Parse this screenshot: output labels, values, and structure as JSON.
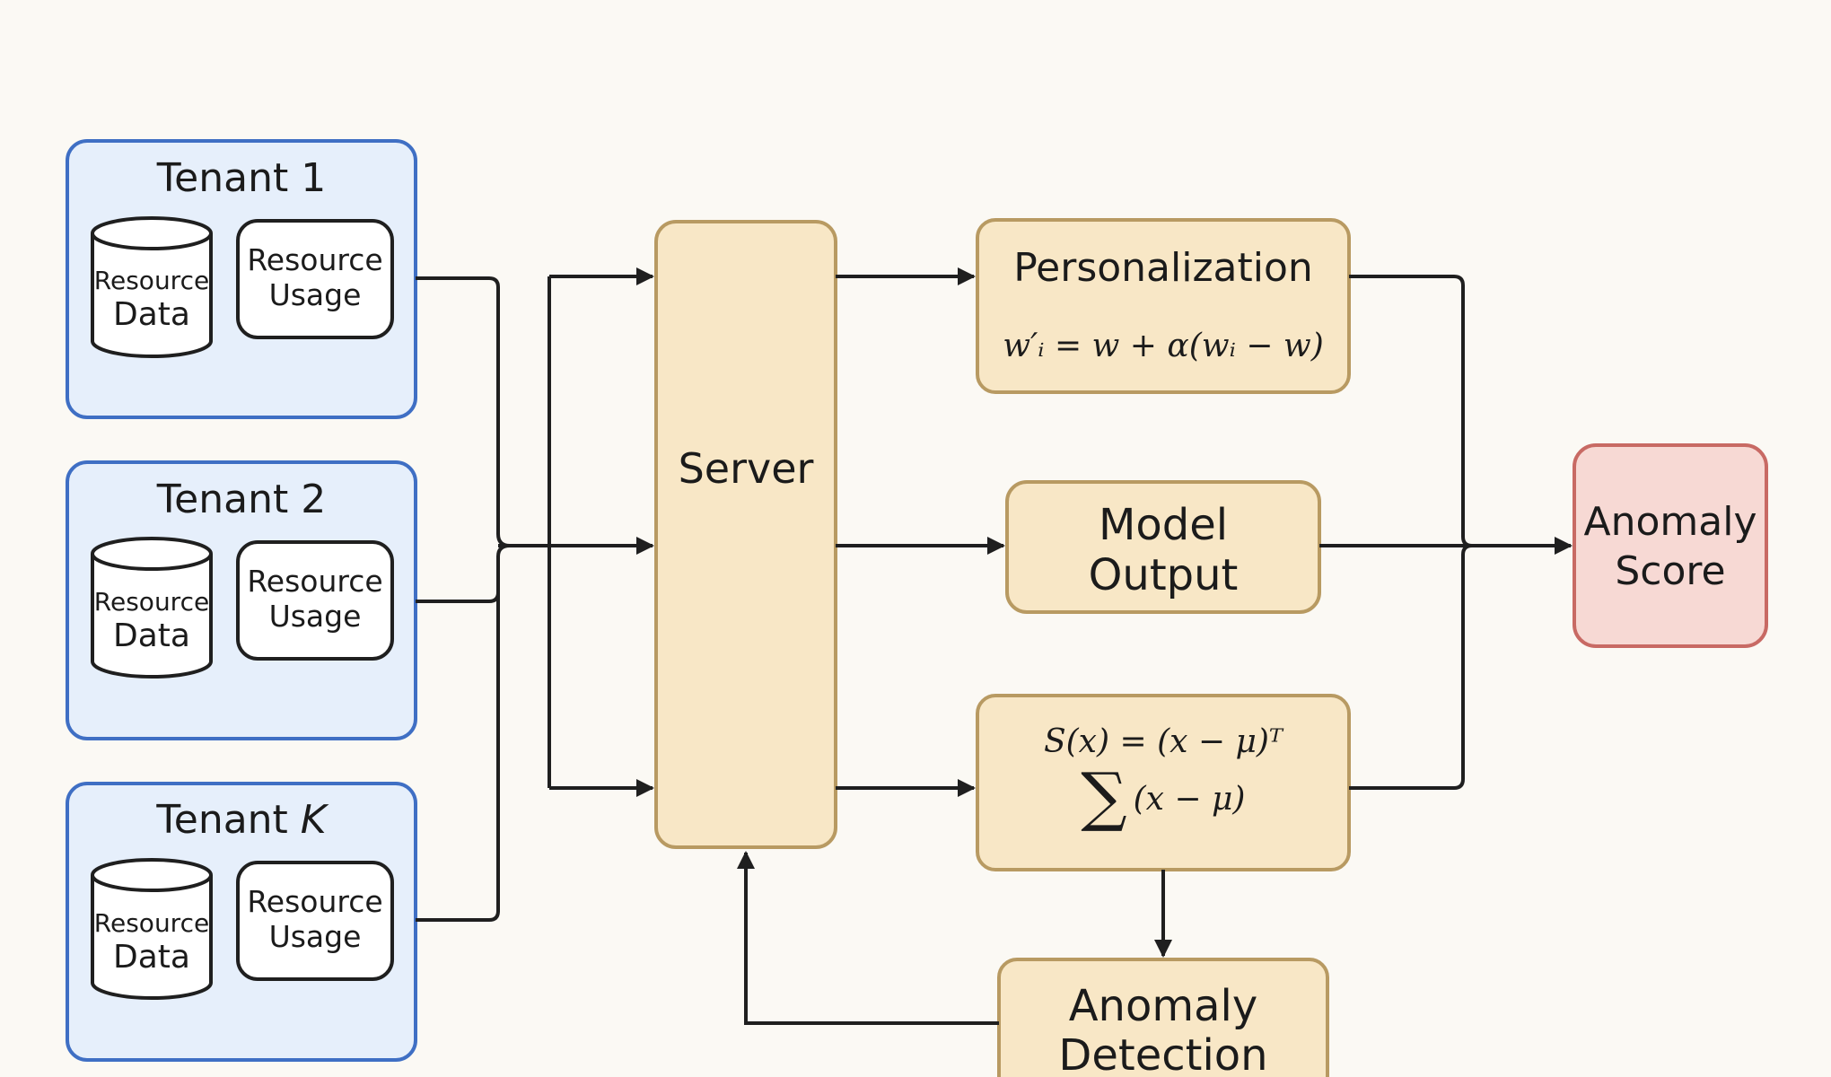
{
  "tenants": [
    {
      "title": "Tenant 1",
      "data_label_top": "Resource",
      "data_label_bottom": "Data",
      "usage_label_top": "Resource",
      "usage_label_bottom": "Usage"
    },
    {
      "title": "Tenant 2",
      "data_label_top": "Resource",
      "data_label_bottom": "Data",
      "usage_label_top": "Resource",
      "usage_label_bottom": "Usage"
    },
    {
      "title_prefix": "Tenant ",
      "title_var": "K",
      "data_label_top": "Resource",
      "data_label_bottom": "Data",
      "usage_label_top": "Resource",
      "usage_label_bottom": "Usage"
    }
  ],
  "server": {
    "label": "Server"
  },
  "personalization": {
    "title": "Personalization",
    "formula": "w′ᵢ = w + α(wᵢ − w)"
  },
  "model_output": {
    "line1": "Model",
    "line2": "Output"
  },
  "score_formula": {
    "line1": "S(x) = (x − μ)ᵀ",
    "sigma": "∑",
    "line2": "(x − μ)"
  },
  "anomaly_detection": {
    "line1": "Anomaly",
    "line2": "Detection"
  },
  "anomaly_score": {
    "line1": "Anomaly",
    "line2": "Score"
  },
  "colors": {
    "background": "#fbf9f4",
    "tenant_fill": "#e6effb",
    "tenant_stroke": "#3f6fc4",
    "process_fill": "#f8e7c6",
    "process_stroke": "#b89a62",
    "output_fill": "#f7d9d4",
    "output_stroke": "#c86a64"
  }
}
